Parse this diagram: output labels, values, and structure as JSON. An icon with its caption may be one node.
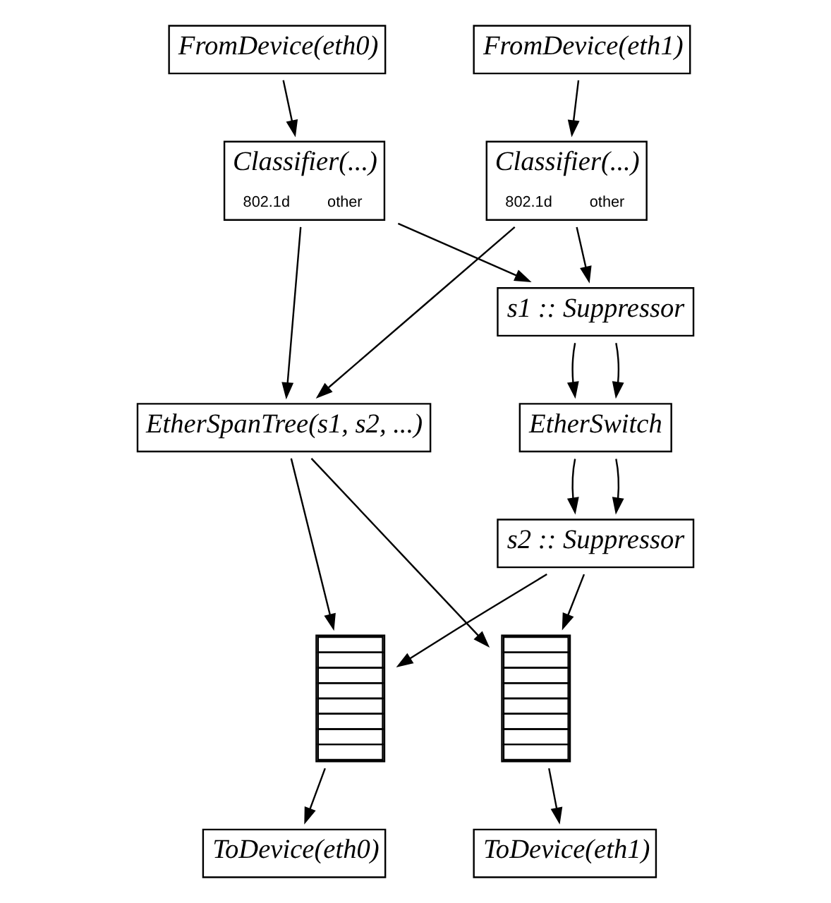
{
  "diagram": {
    "nodes": [
      {
        "text": [
          "FromDevice(eth0)"
        ]
      },
      {
        "text": [
          "FromDevice(eth1)"
        ]
      },
      {
        "text": [
          "Classifier(...)",
          "802.1d",
          "other"
        ]
      },
      {
        "text": [
          "Classifier(...)",
          "802.1d",
          "other"
        ]
      },
      {
        "text": [
          "s1 :: Suppressor"
        ]
      },
      {
        "text": [
          "EtherSpanTree(s1, s2, ...)"
        ]
      },
      {
        "text": [
          "EtherSwitch"
        ]
      },
      {
        "text": [
          "s2 :: Suppressor"
        ]
      },
      {
        "text": [],
        "shape": "queue"
      },
      {
        "text": [],
        "shape": "queue"
      },
      {
        "text": [
          "ToDevice(eth0)"
        ]
      },
      {
        "text": [
          "ToDevice(eth1)"
        ]
      }
    ],
    "edges": [
      {
        "from": 0,
        "to": 2,
        "arrow": "to"
      },
      {
        "from": 1,
        "to": 3,
        "arrow": "to"
      },
      {
        "from": 2,
        "to": 5,
        "arrow": "to"
      },
      {
        "from": 2,
        "to": 4,
        "arrow": "to"
      },
      {
        "from": 3,
        "to": 5,
        "arrow": "to"
      },
      {
        "from": 3,
        "to": 4,
        "arrow": "to"
      },
      {
        "from": 4,
        "to": 6,
        "arrow": "to"
      },
      {
        "from": 4,
        "to": 6,
        "arrow": "to"
      },
      {
        "from": 6,
        "to": 7,
        "arrow": "to"
      },
      {
        "from": 6,
        "to": 7,
        "arrow": "to"
      },
      {
        "from": 5,
        "to": 8,
        "arrow": "to"
      },
      {
        "from": 5,
        "to": 9,
        "arrow": "to"
      },
      {
        "from": 7,
        "to": 8,
        "arrow": "to"
      },
      {
        "from": 7,
        "to": 9,
        "arrow": "to"
      },
      {
        "from": 8,
        "to": 10,
        "arrow": "to"
      },
      {
        "from": 9,
        "to": 11,
        "arrow": "to"
      }
    ]
  }
}
